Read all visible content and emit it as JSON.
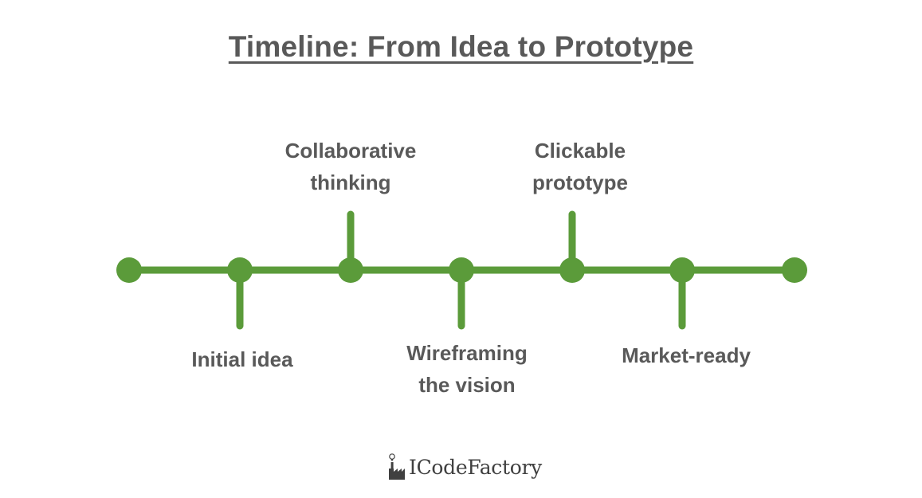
{
  "title": "Timeline: From Idea to Prototype",
  "colors": {
    "timeline": "#5b9b3a",
    "text": "#595959"
  },
  "milestones": [
    {
      "label_line1": "Initial idea",
      "label_line2": "",
      "position": "below"
    },
    {
      "label_line1": "Collaborative",
      "label_line2": "thinking",
      "position": "above"
    },
    {
      "label_line1": "Wireframing",
      "label_line2": "the vision",
      "position": "below"
    },
    {
      "label_line1": "Clickable",
      "label_line2": "prototype",
      "position": "above"
    },
    {
      "label_line1": "Market-ready",
      "label_line2": "",
      "position": "below"
    }
  ],
  "logo": {
    "text": "ICodeFactory",
    "icon": "factory-lightbulb-icon"
  }
}
